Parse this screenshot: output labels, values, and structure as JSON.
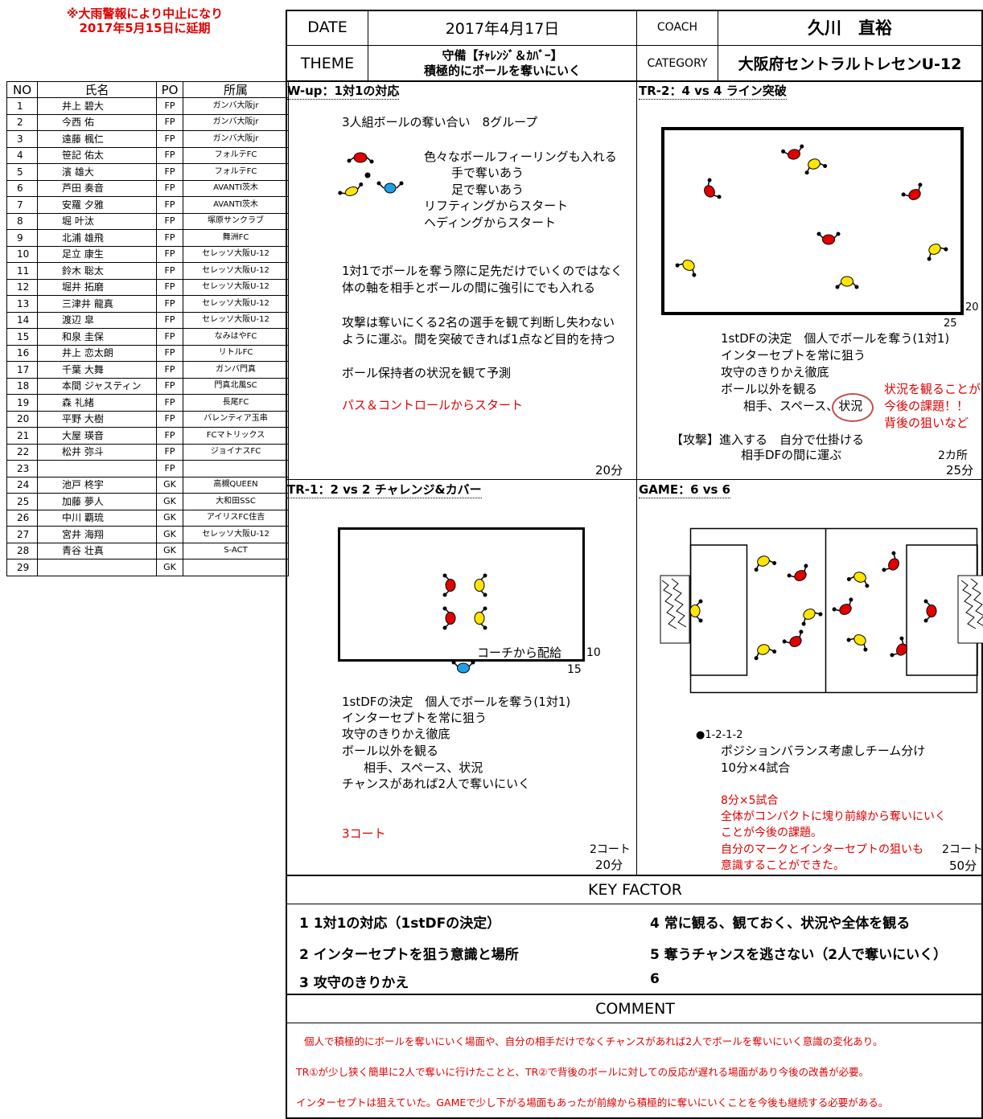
{
  "notice": {
    "line1": "※大雨警報により中止になり",
    "line2": "2017年5月15日に延期"
  },
  "header": {
    "date_label": "DATE",
    "date_value": "2017年4月17日",
    "coach_label": "COACH",
    "coach_value": "久川　直裕",
    "theme_label": "THEME",
    "theme_line1": "守備【ﾁｬﾚﾝｼﾞ＆ｶﾊﾞｰ】",
    "theme_line2": "積極的にボールを奪いにいく",
    "category_label": "CATEGORY",
    "category_value": "大阪府セントラルトレセンU-12"
  },
  "roster": {
    "headers": {
      "no": "NO",
      "name": "氏名",
      "po": "PO",
      "team": "所属"
    },
    "rows": [
      {
        "no": "1",
        "name": "井上 碧大",
        "po": "FP",
        "team": "ガンバ大阪jr"
      },
      {
        "no": "2",
        "name": "今西 佑",
        "po": "FP",
        "team": "ガンバ大阪jr"
      },
      {
        "no": "3",
        "name": "遠藤 楓仁",
        "po": "FP",
        "team": "ガンバ大阪jr"
      },
      {
        "no": "4",
        "name": "笹記 佑太",
        "po": "FP",
        "team": "フォルテFC"
      },
      {
        "no": "5",
        "name": "濱 雄大",
        "po": "FP",
        "team": "フォルテFC"
      },
      {
        "no": "6",
        "name": "芦田 奏音",
        "po": "FP",
        "team": "AVANTI茨木"
      },
      {
        "no": "7",
        "name": "安羅 夕雅",
        "po": "FP",
        "team": "AVANTI茨木"
      },
      {
        "no": "8",
        "name": "堀 叶汰",
        "po": "FP",
        "team": "塚原サンクラブ"
      },
      {
        "no": "9",
        "name": "北浦 雄飛",
        "po": "FP",
        "team": "舞洲FC"
      },
      {
        "no": "10",
        "name": "足立 康生",
        "po": "FP",
        "team": "セレッソ大阪U-12"
      },
      {
        "no": "11",
        "name": "鈴木 聡太",
        "po": "FP",
        "team": "セレッソ大阪U-12"
      },
      {
        "no": "12",
        "name": "堀井 拓磨",
        "po": "FP",
        "team": "セレッソ大阪U-12"
      },
      {
        "no": "13",
        "name": "三津井 龍真",
        "po": "FP",
        "team": "セレッソ大阪U-12"
      },
      {
        "no": "14",
        "name": "渡辺 皐",
        "po": "FP",
        "team": "セレッソ大阪U-12"
      },
      {
        "no": "15",
        "name": "和泉 圭保",
        "po": "FP",
        "team": "なみはやFC"
      },
      {
        "no": "16",
        "name": "井上 恋太朗",
        "po": "FP",
        "team": "リトルFC"
      },
      {
        "no": "17",
        "name": "千葉 大舞",
        "po": "FP",
        "team": "ガンバ門真"
      },
      {
        "no": "18",
        "name": "本間 ジャスティン",
        "po": "FP",
        "team": "門真北風SC"
      },
      {
        "no": "19",
        "name": "森 礼緒",
        "po": "FP",
        "team": "長尾FC"
      },
      {
        "no": "20",
        "name": "平野 大樹",
        "po": "FP",
        "team": "バレンティア玉串"
      },
      {
        "no": "21",
        "name": "大屋 瑛音",
        "po": "FP",
        "team": "FCマトリックス"
      },
      {
        "no": "22",
        "name": "松井 弥斗",
        "po": "FP",
        "team": "ジョイナスFC"
      },
      {
        "no": "23",
        "name": "",
        "po": "FP",
        "team": ""
      },
      {
        "no": "24",
        "name": "池戸 柊宇",
        "po": "GK",
        "team": "高槻QUEEN"
      },
      {
        "no": "25",
        "name": "加藤 夢人",
        "po": "GK",
        "team": "大和田SSC"
      },
      {
        "no": "26",
        "name": "中川 覇琉",
        "po": "GK",
        "team": "アイリスFC住吉"
      },
      {
        "no": "27",
        "name": "宮井 海翔",
        "po": "GK",
        "team": "セレッソ大阪U-12"
      },
      {
        "no": "28",
        "name": "青谷 壮真",
        "po": "GK",
        "team": "S-ACT"
      },
      {
        "no": "29",
        "name": "",
        "po": "GK",
        "team": ""
      }
    ]
  },
  "wup": {
    "title": "W-up：1対1の対応",
    "line1": "3人組ボールの奪い合い　8グループ",
    "line2": "色々なボールフィーリングも入れる",
    "line3": "手で奪いあう",
    "line4": "足で奪いあう",
    "line5": "リフティングからスタート",
    "line6": "ヘディングからスタート",
    "line7": "1対1でボールを奪う際に足先だけでいくのではなく",
    "line8": "体の軸を相手とボールの間に強引にでも入れる",
    "line9": "攻撃は奪いにくる2名の選手を観て判断し失わない",
    "line10": "ように運ぶ。間を突破できれば1点など目的を持つ",
    "line11": "ボール保持者の状況を観て予測",
    "line12": "パス＆コントロールからスタート",
    "time": "20分"
  },
  "tr2": {
    "title": "TR-2：4 vs 4 ライン突破",
    "dim_w": "25",
    "dim_h": "20",
    "line1": "1stDFの決定　個人でボールを奪う(1対1)",
    "line2": "インターセプトを常に狙う",
    "line3": "攻守のきりかえ徹底",
    "line4": "ボール以外を観る",
    "line5": "相手、スペース、状況",
    "note1": "状況を観ることが",
    "note2": "今後の課題！！",
    "note3": "背後の狙いなど",
    "line6": "【攻撃】進入する　自分で仕掛ける",
    "line7": "相手DFの間に運ぶ",
    "count": "2カ所",
    "time": "25分"
  },
  "tr1": {
    "title": "TR-1：2 vs 2 チャレンジ&カバー",
    "coach_note": "コーチから配給",
    "dim_h": "10",
    "dim_w": "15",
    "line1": "1stDFの決定　個人でボールを奪う(1対1)",
    "line2": "インターセプトを常に狙う",
    "line3": "攻守のきりかえ徹底",
    "line4": "ボール以外を観る",
    "line5": "相手、スペース、状況",
    "line6": "チャンスがあれば2人で奪いにいく",
    "courts_red": "3コート",
    "courts": "2コート",
    "time": "20分"
  },
  "game": {
    "title": "GAME：6 vs 6",
    "formation": "●1-2-1-2",
    "line1": "ポジションバランス考慮しチーム分け",
    "line2": "10分×4試合",
    "red1": "8分×5試合",
    "red2": "全体がコンパクトに塊り前線から奪いにいく",
    "red3": "ことが今後の課題。",
    "red4": "自分のマークとインターセプトの狙いも",
    "red5": "意識することができた。",
    "courts": "2コート",
    "time": "50分"
  },
  "keyfactor": {
    "title": "KEY FACTOR",
    "items": [
      {
        "num": "1",
        "text": "1対1の対応（1stDFの決定）"
      },
      {
        "num": "2",
        "text": "インターセプトを狙う意識と場所"
      },
      {
        "num": "3",
        "text": "攻守のきりかえ"
      },
      {
        "num": "4",
        "text": "常に観る、観ておく、状況や全体を観る"
      },
      {
        "num": "5",
        "text": "奪うチャンスを逃さない（2人で奪いにいく）"
      },
      {
        "num": "6",
        "text": ""
      }
    ]
  },
  "comment": {
    "title": "COMMENT",
    "line1": "個人で積極的にボールを奪いにいく場面や、自分の相手だけでなくチャンスがあれば2人でボールを奪いにいく意識の変化あり。",
    "line2": "TR①が少し狭く簡単に2人で奪いに行けたことと、TR②で背後のボールに対しての反応が遅れる場面があり今後の改善が必要。",
    "line3": "インターセプトは狙えていた。GAMEで少し下がる場面もあったが前線から積極的に奪いにいくことを今後も継続する必要がある。"
  },
  "colors": {
    "red_team": "#e00000",
    "yellow_team": "#ffe600",
    "ball_blue": "#1ea0e6",
    "note_red": "#e00000"
  }
}
